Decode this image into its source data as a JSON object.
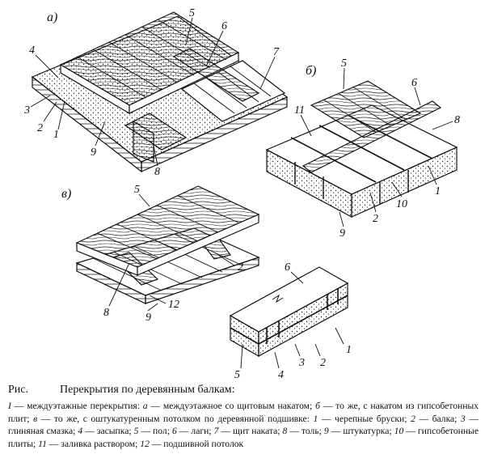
{
  "figure": {
    "variants": [
      {
        "key": "a",
        "letter": "а)"
      },
      {
        "key": "b",
        "letter": "б)"
      },
      {
        "key": "v",
        "letter": "в)"
      }
    ],
    "callouts": {
      "a": [
        "5",
        "6",
        "4",
        "7",
        "3",
        "2",
        "1",
        "9",
        "8"
      ],
      "b": [
        "5",
        "6",
        "11",
        "8",
        "1",
        "10",
        "2",
        "9"
      ],
      "v": [
        "5",
        "2",
        "8",
        "12",
        "9"
      ],
      "g": [
        "6",
        "1",
        "2",
        "3",
        "4",
        "5"
      ]
    }
  },
  "caption": {
    "prefix": "Рис.",
    "title": "Перекрытия по деревянным балкам:",
    "legend_intro": [
      {
        "num": "I",
        "text": " — междуэтажные перекрытия: "
      },
      {
        "num": "а",
        "text": " — междуэтажное со щитовым накатом; "
      },
      {
        "num": "б",
        "text": " — то же, с накатом из гипсобетонных плит; "
      },
      {
        "num": "в",
        "text": " — то же, с оштукатуренным потолком по деревянной подшивке: "
      }
    ],
    "legend_items": [
      {
        "num": "1",
        "text": " — черепные бруски; "
      },
      {
        "num": "2",
        "text": " — балка; "
      },
      {
        "num": "3",
        "text": " — глиняная смазка; "
      },
      {
        "num": "4",
        "text": " — засыпка; "
      },
      {
        "num": "5",
        "text": " — пол; "
      },
      {
        "num": "6",
        "text": " — лаги; "
      },
      {
        "num": "7",
        "text": " — щит наката; "
      },
      {
        "num": "8",
        "text": " — толь; "
      },
      {
        "num": "9",
        "text": " — штукатурка; "
      },
      {
        "num": "10",
        "text": " — гипсобетонные плиты; "
      },
      {
        "num": "11",
        "text": " — заливка раствором; "
      },
      {
        "num": "12",
        "text": " — подшивной потолок"
      }
    ]
  }
}
